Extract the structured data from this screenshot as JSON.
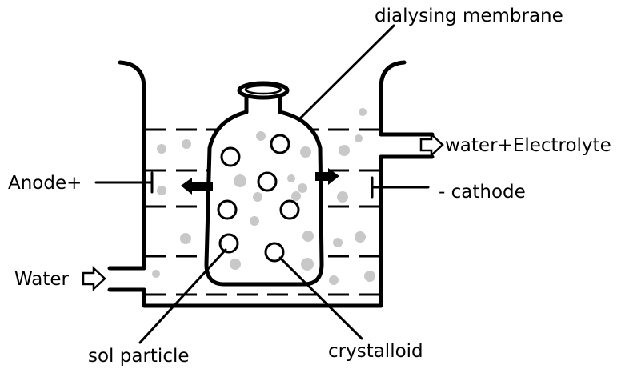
{
  "labels": {
    "membrane": "dialysing membrane",
    "outlet": "water+Electrolyte",
    "anode": "Anode+",
    "cathode": "- cathode",
    "inlet": "Water",
    "sol": "sol particle",
    "crystalloid": "crystalloid"
  },
  "colors": {
    "crystalloid": "#c8c8c8",
    "line": "#000000"
  },
  "icons": {
    "inlet_arrow": "hollow-arrow-right-icon",
    "outlet_arrow": "hollow-arrow-right-icon",
    "anode_flow_arrow": "arrow-left-icon",
    "cathode_flow_arrow": "arrow-right-icon"
  }
}
